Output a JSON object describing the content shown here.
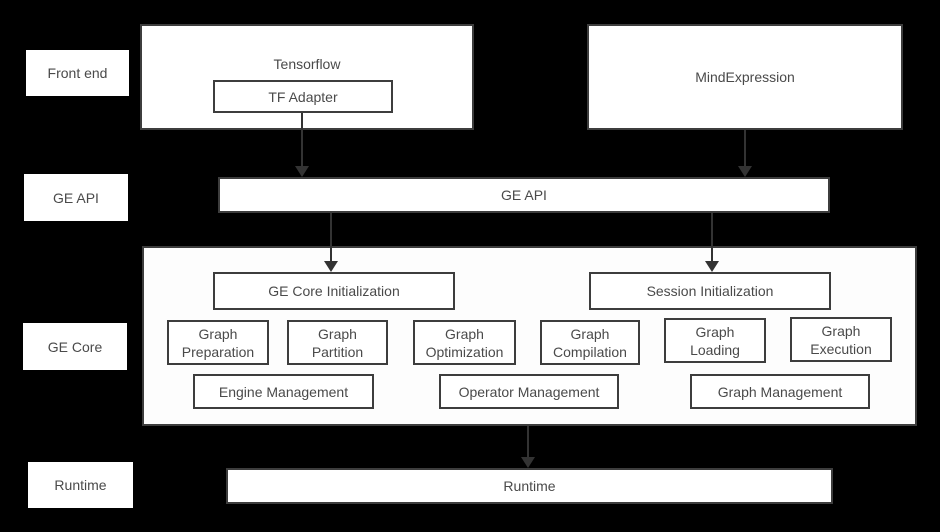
{
  "colors": {
    "background": "#000000",
    "box_fill": "#ffffff",
    "ge_core_fill": "#fdfdfd",
    "border": "#3d3d3d",
    "text": "#4a4a4a",
    "arrow": "#333333"
  },
  "row_labels": {
    "front_end": "Front end",
    "ge_api": "GE API",
    "ge_core": "GE Core",
    "runtime": "Runtime"
  },
  "front_end": {
    "tensorflow_title": "Tensorflow",
    "tf_adapter": "TF Adapter",
    "mindexpression": "MindExpression"
  },
  "ge_api_bar": {
    "label": "GE API"
  },
  "ge_core": {
    "init": {
      "core": "GE Core Initialization",
      "session": "Session Initialization"
    },
    "stages": {
      "preparation": "Graph\nPreparation",
      "partition": "Graph\nPartition",
      "optimization": "Graph\nOptimization",
      "compilation": "Graph\nCompilation",
      "loading": "Graph\nLoading",
      "execution": "Graph\nExecution"
    },
    "management": {
      "engine": "Engine Management",
      "operator": "Operator Management",
      "graph": "Graph Management"
    }
  },
  "runtime_bar": {
    "label": "Runtime"
  }
}
